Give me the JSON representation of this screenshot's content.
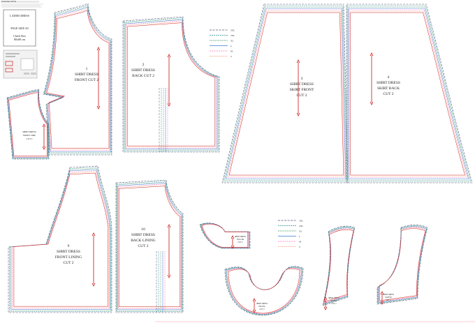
{
  "colors": {
    "XXL": "#555577",
    "XXL_dash": "#2a8a8a",
    "XL": "#2e8b57",
    "L": "#3a7bd5",
    "M": "#ff69b4",
    "S": "#ff7f50",
    "XS": "#cc2222",
    "arrow": "#cc1111",
    "outline": "#000000"
  },
  "header": {
    "title": "LADIES DRESS",
    "page_size": "PAGE SIZE A0",
    "check_box_label": "Check Box",
    "check_box_size": "80x80 cm"
  },
  "legend_top": [
    "3XL",
    "2XL",
    "XL",
    "L",
    "M",
    "S"
  ],
  "legend_bottom": [
    "3XL",
    "2XL",
    "XL",
    "L",
    "M",
    "S"
  ],
  "pieces": {
    "p1": [
      "1",
      "SHIRT DRESS",
      "FRONT CUT 2"
    ],
    "p2": [
      "2",
      "SHIRT DRESS",
      "BACK CUT 2"
    ],
    "p3": [
      "3",
      "SHIRT DRESS",
      "SKIRT FRONT",
      "CUT 2"
    ],
    "p4": [
      "4",
      "SHIRT DRESS",
      "SKIRT BACK",
      "CUT 2"
    ],
    "p5": [
      "SHIRT DRESS",
      "FRONT SIDE",
      "CUT 2"
    ],
    "p9": [
      "9",
      "SHIRT DRESS",
      "FRONT LINING",
      "CUT 2"
    ],
    "p10": [
      "10",
      "SHIRT DRESS",
      "BACK LINING",
      "CUT 2"
    ],
    "p_small1": [
      "SHIRT DRESS",
      "COLLAR",
      "CUT 2"
    ],
    "p_small2": [
      "SHIRT DRESS",
      "FACING",
      "CUT 2"
    ],
    "p_small3": [
      "SHIRT DRESS",
      "SLEEVE",
      "CUT 2"
    ],
    "p_small4": [
      "SHIRT DRESS",
      "SLEEVE",
      "CUT 2"
    ]
  }
}
